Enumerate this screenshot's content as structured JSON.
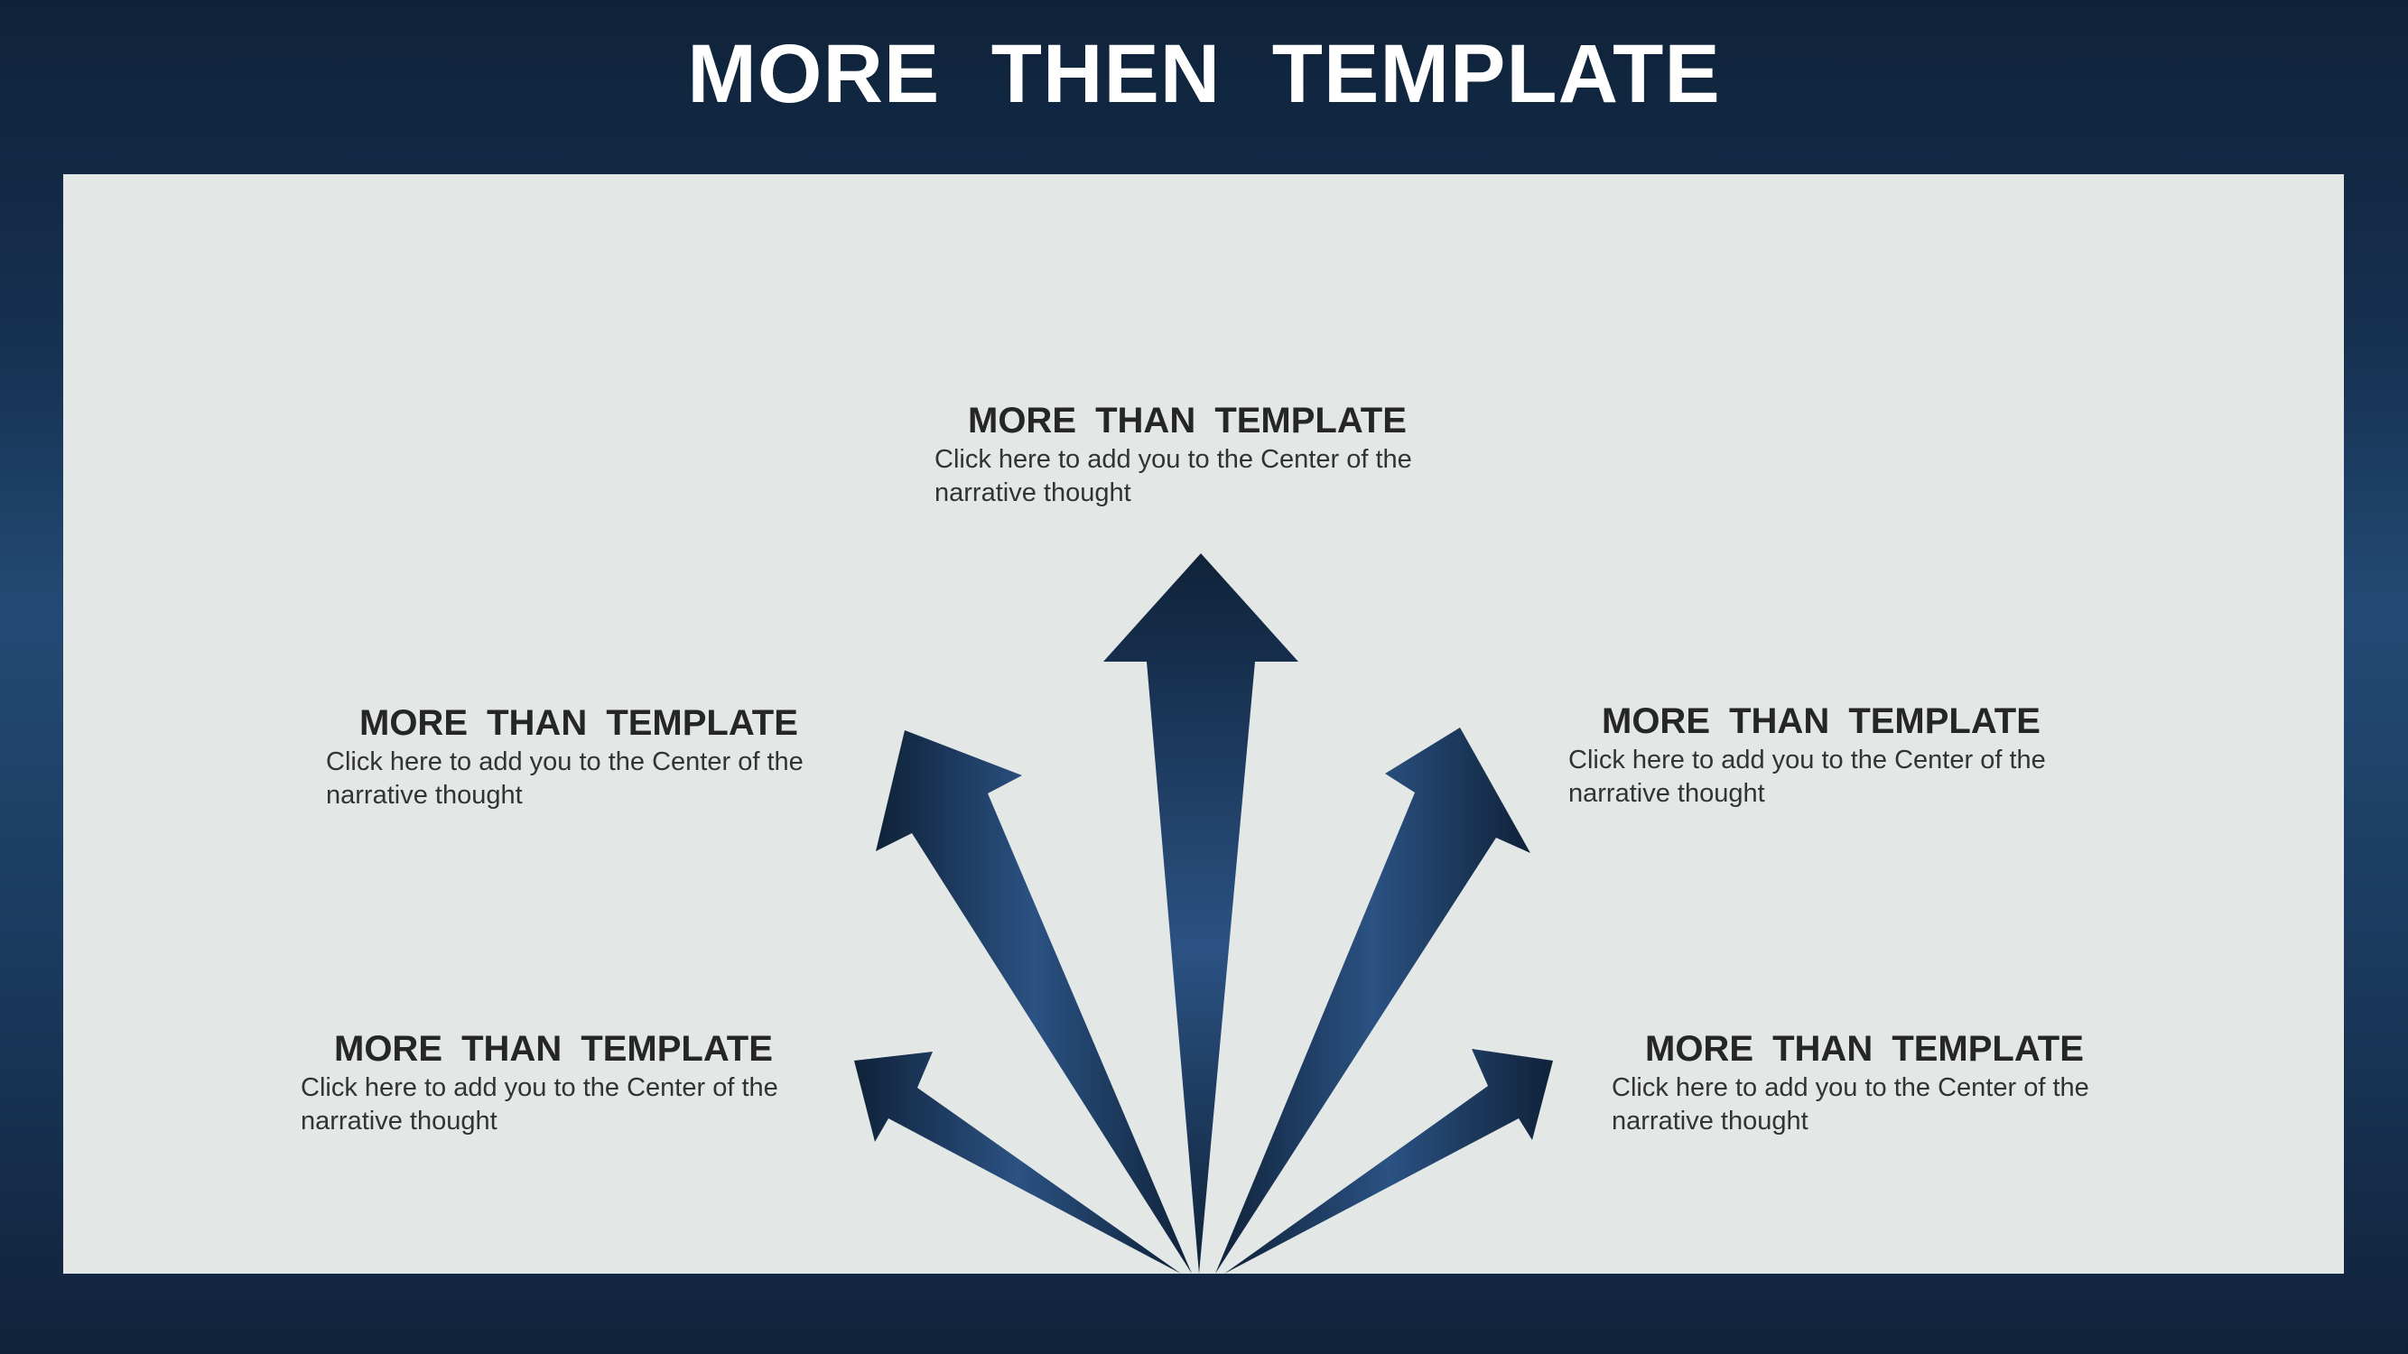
{
  "title": "MORE THEN TEMPLATE",
  "colors": {
    "background": "#163050",
    "panel": "#e3e7e6",
    "arrow_dark": "#0f2239",
    "arrow_light": "#2b5283",
    "heading_text": "#262626",
    "body_text": "#333333"
  },
  "items": [
    {
      "heading": "MORE  THAN  TEMPLATE",
      "body": "Click here to add  you to the Center of the narrative thought"
    },
    {
      "heading": "MORE  THAN  TEMPLATE",
      "body": "Click here to add  you to the Center of the narrative thought"
    },
    {
      "heading": "MORE  THAN  TEMPLATE",
      "body": "Click here to add  you to the Center of the narrative thought"
    },
    {
      "heading": "MORE  THAN  TEMPLATE",
      "body": "Click here to add  you to the Center of the narrative thought"
    },
    {
      "heading": "MORE  THAN  TEMPLATE",
      "body": "Click here to add  you to the Center of the narrative thought"
    }
  ]
}
